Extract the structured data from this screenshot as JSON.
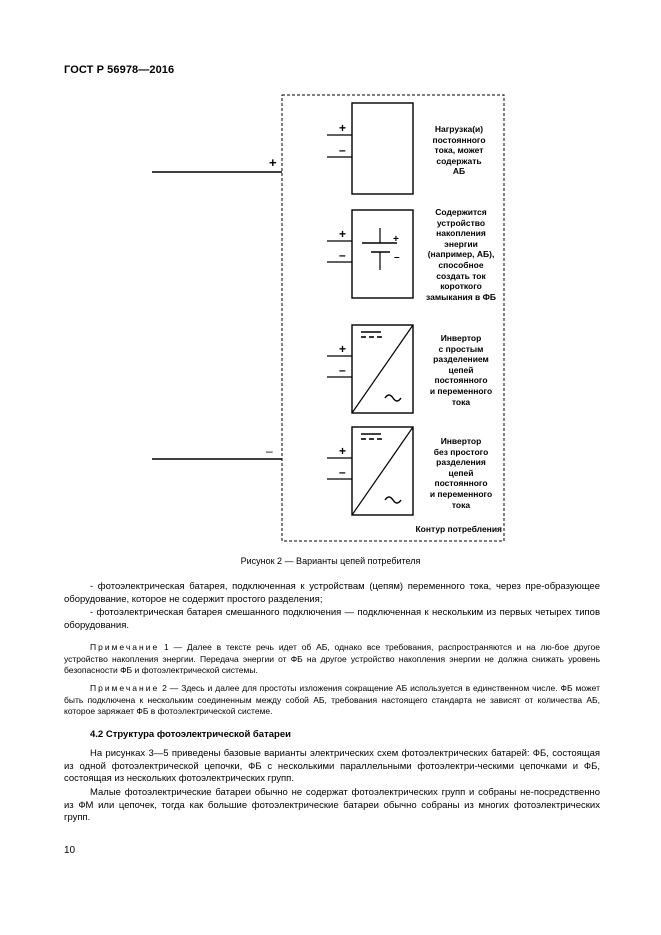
{
  "header": {
    "standard": "ГОСТ Р 56978—2016"
  },
  "figure": {
    "main_plus": "+",
    "main_minus": "–",
    "blocks": [
      {
        "label": "Нагрузка(и)\nпостоянного\nтока, может\nсодержать\nАБ"
      },
      {
        "label": "Содержится\nустройство\nнакопления\nэнергии\n(например, АБ),\nспособное\nсоздать ток\nкороткого\nзамыкания в ФБ"
      },
      {
        "label": "Инвертор\nс простым\nразделением\nцепей\nпостоянного\nи переменного\nтока"
      },
      {
        "label": "Инвертор\nбез простого\nразделения\nцепей\nпостоянного\nи переменного\nтока"
      }
    ],
    "contour_label": "Контур потребления",
    "caption": "Рисунок 2 — Варианты цепей потребителя"
  },
  "text": {
    "bullet1": "- фотоэлектрическая батарея, подключенная к устройствам (цепям) переменного тока, через пре-образующее оборудование, которое не содержит простого разделения;",
    "bullet2": "- фотоэлектрическая батарея смешанного подключения — подключенная к нескольким из первых четырех типов оборудования.",
    "note1_label": "Примечание",
    "note1_text": "1 — Далее в тексте речь идет об АБ, однако все требования, распространяются и на лю-бое другое устройство накопления энергии. Передача энергии от ФБ на другое устройство накопления энергии не должна снижать уровень безопасности ФБ и фотоэлектрической системы.",
    "note2_label": "Примечание",
    "note2_text": "2 — Здесь и далее для простоты изложения сокращение АБ используется в единственном числе. ФБ может быть подключена к нескольким соединенным между собой АБ, требования настоящего стандарта не зависят от количества АБ, которое заряжает ФБ в фотоэлектрической системе.",
    "section_title": "4.2 Структура фотоэлектрической батареи",
    "para1": "На рисунках 3—5 приведены базовые варианты электрических схем фотоэлектрических батарей: ФБ, состоящая из одной фотоэлектрической цепочки, ФБ с несколькими параллельными фотоэлектри-ческими цепочками и ФБ, состоящая из нескольких фотоэлектрических групп.",
    "para2": "Малые фотоэлектрические батареи обычно не содержат фотоэлектрических групп и собраны не-посредственно из ФМ или цепочек, тогда как большие фотоэлектрические батареи обычно собраны из многих фотоэлектрических групп."
  },
  "page_number": "10"
}
